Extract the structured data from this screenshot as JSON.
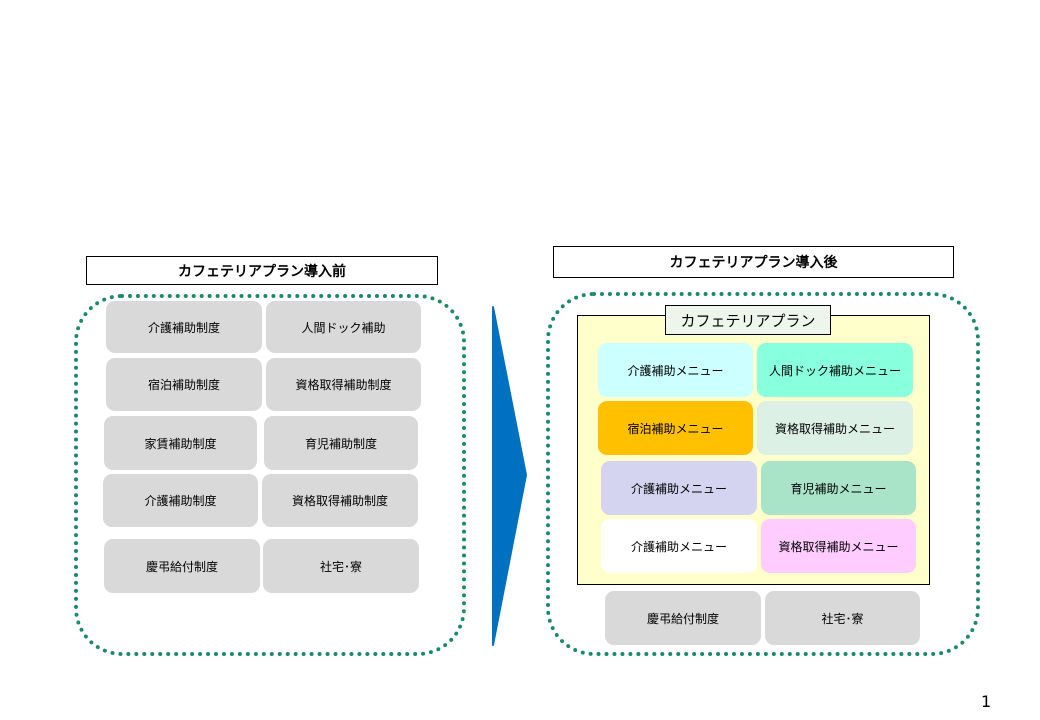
{
  "before": {
    "title": "カフェテリアプラン導入前",
    "items": [
      {
        "label": "介護補助制度"
      },
      {
        "label": "人間ドック補助"
      },
      {
        "label": "宿泊補助制度"
      },
      {
        "label": "資格取得補助制度"
      },
      {
        "label": "家賃補助制度"
      },
      {
        "label": "育児補助制度"
      },
      {
        "label": "介護補助制度"
      },
      {
        "label": "資格取得補助制度"
      },
      {
        "label": "慶弔給付制度"
      },
      {
        "label": "社宅･寮"
      }
    ]
  },
  "after": {
    "title": "カフェテリアプラン導入後",
    "plan_label": "カフェテリアプラン",
    "plan_items": [
      {
        "label": "介護補助メニュー",
        "color": "#ccffff"
      },
      {
        "label": "人間ドック補助メニュー",
        "color": "#88ffdd"
      },
      {
        "label": "宿泊補助メニュー",
        "color": "#ffc000"
      },
      {
        "label": "資格取得補助メニュー",
        "color": "#dcf0e6"
      },
      {
        "label": "介護補助メニュー",
        "color": "#d4d4f0"
      },
      {
        "label": "育児補助メニュー",
        "color": "#aae4c8"
      },
      {
        "label": "介護補助メニュー",
        "color": "#ffffff"
      },
      {
        "label": "資格取得補助メニュー",
        "color": "#ffccff"
      }
    ],
    "other_items": [
      {
        "label": "慶弔給付制度"
      },
      {
        "label": "社宅･寮"
      }
    ]
  },
  "colors": {
    "arrow": "#0070c0",
    "dotted_border": "#1a8a6a",
    "plan_background": "#ffffcc",
    "default_box": "#d9d9d9"
  },
  "page_number": "1"
}
